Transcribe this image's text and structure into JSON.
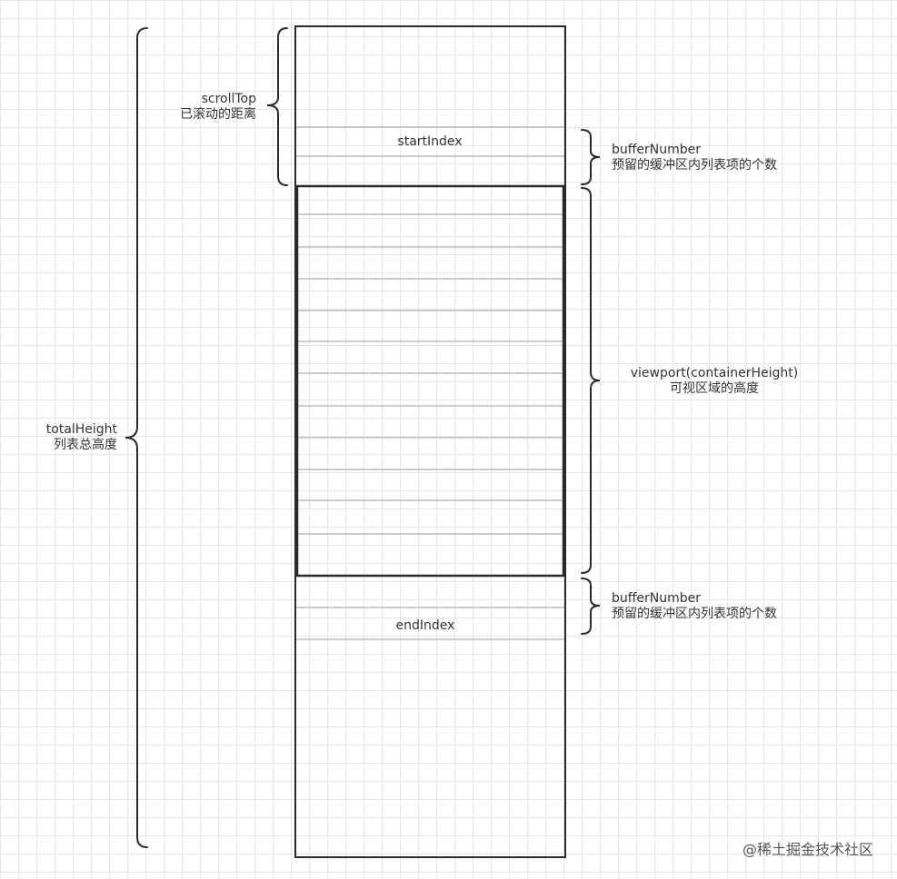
{
  "labels": {
    "scroll_top": {
      "name": "scrollTop",
      "desc": "已滚动的距离"
    },
    "total_height": {
      "name": "totalHeight",
      "desc": "列表总高度"
    },
    "buffer_top": {
      "name": "bufferNumber",
      "desc": "预留的缓冲区内列表项的个数"
    },
    "viewport": {
      "name": "viewport(containerHeight)",
      "desc": "可视区域的高度"
    },
    "buffer_bottom": {
      "name": "bufferNumber",
      "desc": "预留的缓冲区内列表项的个数"
    }
  },
  "cells": {
    "start_index": "startIndex",
    "end_index": "endIndex"
  },
  "watermark": "@稀土掘金技术社区"
}
